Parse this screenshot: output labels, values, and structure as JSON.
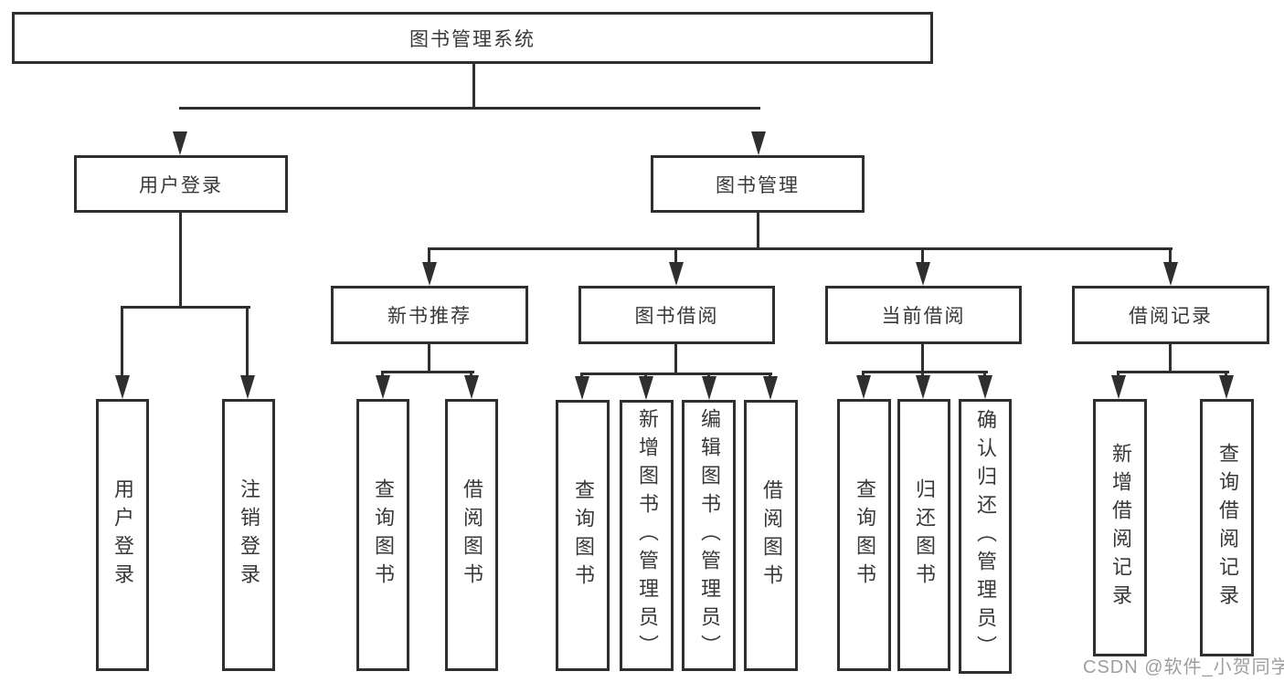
{
  "diagram": {
    "title": "图书管理系统",
    "tree": {
      "label": "图书管理系统",
      "children": [
        {
          "label": "用户登录",
          "children": [
            {
              "label": "用户登录"
            },
            {
              "label": "注销登录"
            }
          ]
        },
        {
          "label": "图书管理",
          "children": [
            {
              "label": "新书推荐",
              "children": [
                {
                  "label": "查询图书"
                },
                {
                  "label": "借阅图书"
                }
              ]
            },
            {
              "label": "图书借阅",
              "children": [
                {
                  "label": "查询图书"
                },
                {
                  "label": "新增图书（管理员）"
                },
                {
                  "label": "编辑图书（管理员）"
                },
                {
                  "label": "借阅图书"
                }
              ]
            },
            {
              "label": "当前借阅",
              "children": [
                {
                  "label": "查询图书"
                },
                {
                  "label": "归还图书"
                },
                {
                  "label": "确认归还（管理员）"
                }
              ]
            },
            {
              "label": "借阅记录",
              "children": [
                {
                  "label": "新增借阅记录"
                },
                {
                  "label": "查询借阅记录"
                }
              ]
            }
          ]
        }
      ]
    }
  },
  "watermark": {
    "text": "CSDN @软件_小贺同学"
  },
  "colors": {
    "line": "#2f2f2f",
    "text": "#383838",
    "box_fill": "#ffffff",
    "background": "#ffffff",
    "watermark": "#9e9e9e"
  }
}
